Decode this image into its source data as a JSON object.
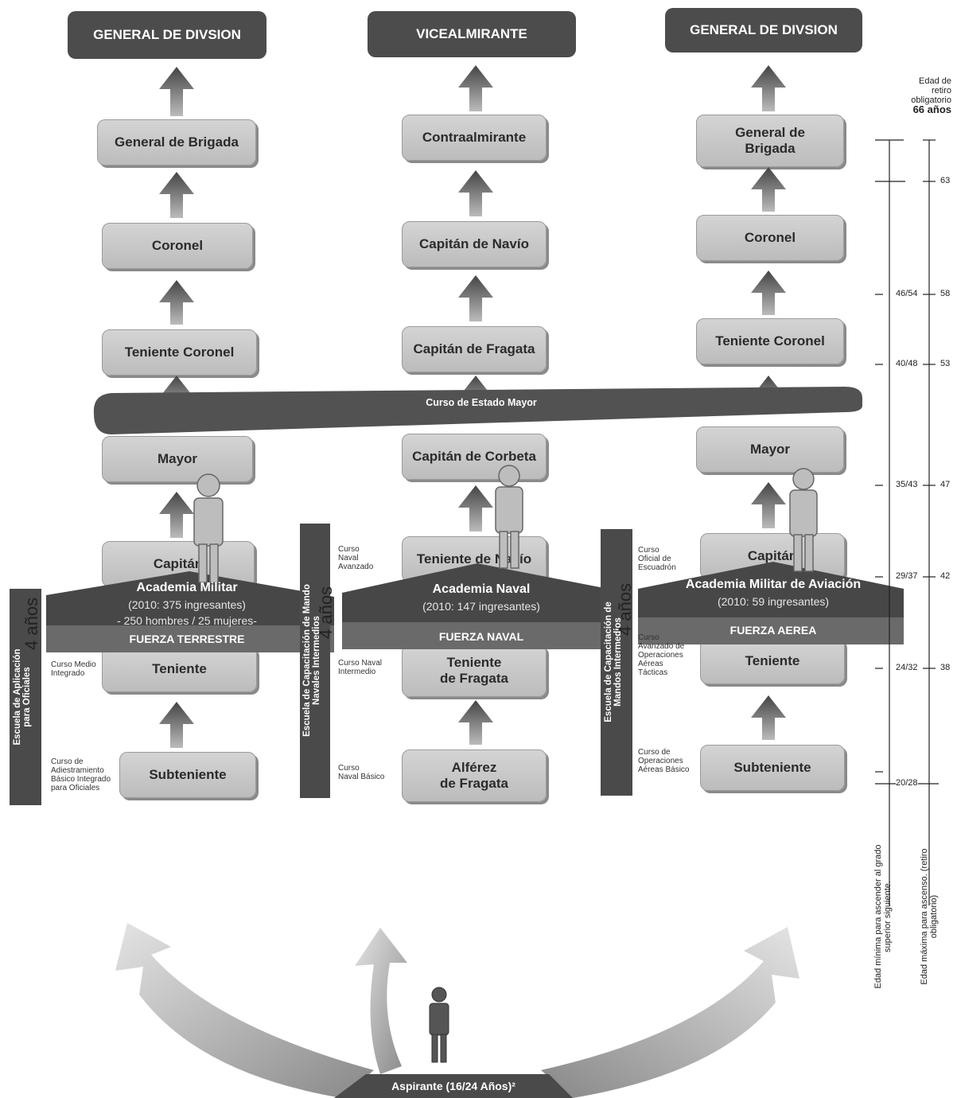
{
  "columns": [
    {
      "top": "GENERAL DE DIVSION",
      "ranks": [
        "General de Brigada",
        "Coronel",
        "Teniente Coronel",
        "Mayor",
        "Capitán",
        "Teniente",
        "Subteniente"
      ],
      "school": "Escuela de Aplicación\npara Oficiales",
      "courses": [
        "Curso Medio\nIntegrado",
        "Curso de\nAdiestramiento\nBásico Integrado\npara Oficiales"
      ],
      "academy": "Academia Militar",
      "academy_sub1": "(2010: 375 ingresantes)",
      "academy_sub2": "- 250 hombres / 25 mujeres-",
      "force": "FUERZA TERRESTRE",
      "years": "4 años"
    },
    {
      "top": "VICEALMIRANTE",
      "ranks": [
        "Contraalmirante",
        "Capitán de Navío",
        "Capitán de Fragata",
        "Capitán de Corbeta",
        "Teniente de Navío",
        "Teniente\nde Fragata",
        "Alférez\nde Fragata"
      ],
      "school": "Escuela de Capacitación de Mando\nNavales Intermedios",
      "courses": [
        "Curso\nNaval\nAvanzado",
        "Curso Naval\nIntermedio",
        "Curso\nNaval Básico"
      ],
      "academy": "Academia Naval",
      "academy_sub1": "(2010: 147 ingresantes)",
      "academy_sub2": "",
      "force": "FUERZA NAVAL",
      "years": "4 años"
    },
    {
      "top": "GENERAL DE DIVSION",
      "ranks": [
        "General de\nBrigada",
        "Coronel",
        "Teniente Coronel",
        "Mayor",
        "Capitán",
        "Teniente",
        "Subteniente"
      ],
      "school": "Escuela de Capacitación de\nMandos Intermedios",
      "courses": [
        "Curso\nOficial de\nEscuadrón",
        "Curso\nAvanzado de\nOperaciones\nAéreas\nTácticas",
        "Curso de\nOperaciones\nAéreas Básico"
      ],
      "academy": "Academia Militar de Aviación",
      "academy_sub1": "(2010: 59 ingresantes)",
      "academy_sub2": "",
      "force": "FUERZA AEREA",
      "years": "4 años"
    }
  ],
  "staff_course": "Curso de Estado Mayor",
  "aspirant": "Aspirante (16/24 Años)²",
  "retirement_note": {
    "line1": "Edad de",
    "line2": "retiro",
    "line3": "obligatorio",
    "line4": "66 años"
  },
  "min_ages": [
    "20/28",
    "24/32",
    "29/37",
    "35/43",
    "40/48",
    "46/54"
  ],
  "max_ages": [
    "38",
    "42",
    "47",
    "53",
    "58",
    "63"
  ],
  "axis_label_min": "Edad mínima para ascender al grado superior siguiente.",
  "axis_label_max": "Edad máxima para ascenso. (retiro obligatorio)",
  "colors": {
    "dark": "#4a4a4a",
    "box": "#c8c8c8",
    "band": "#555555"
  }
}
